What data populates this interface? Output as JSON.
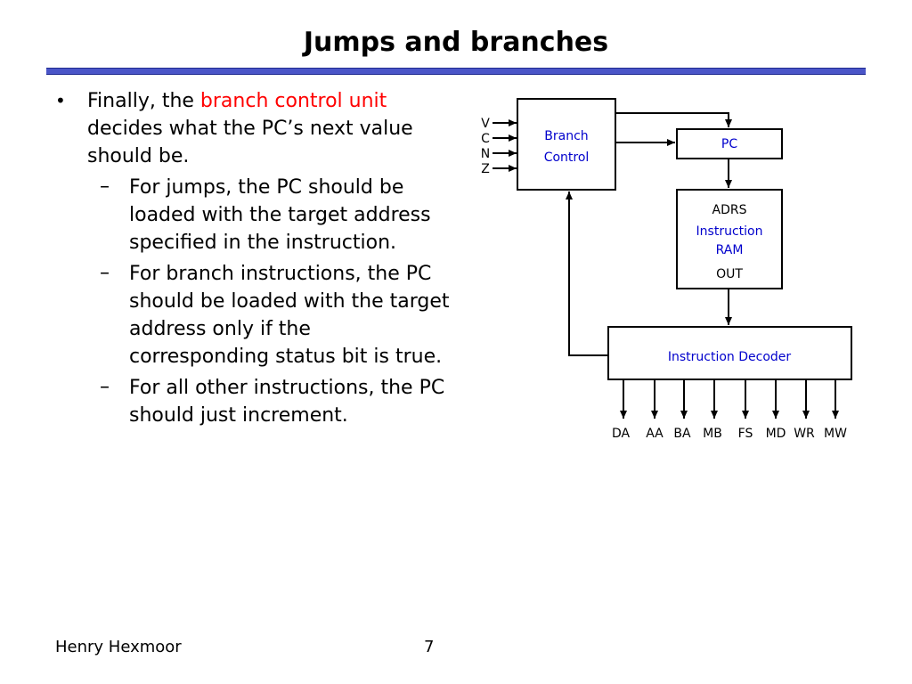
{
  "slide": {
    "title": "Jumps and branches"
  },
  "bullets": {
    "main_prefix": "Finally, the ",
    "main_highlight": "branch control unit",
    "main_suffix": " decides what the PC’s next value should be.",
    "subs": [
      "For jumps, the PC should be loaded with the target address specified in the instruction.",
      "For branch instructions, the PC should be loaded with the target address only if the corresponding status bit is true.",
      "For all other instructions, the PC should just increment."
    ]
  },
  "diagram": {
    "status_inputs": [
      "V",
      "C",
      "N",
      "Z"
    ],
    "branch_control": {
      "line1": "Branch",
      "line2": "Control"
    },
    "pc": {
      "label": "PC"
    },
    "ram": {
      "adrs": "ADRS",
      "name1": "Instruction",
      "name2": "RAM",
      "out": "OUT"
    },
    "decoder": {
      "label": "Instruction Decoder"
    },
    "outputs": [
      "DA",
      "AA",
      "BA",
      "MB",
      "FS",
      "MD",
      "WR",
      "MW"
    ],
    "colors": {
      "label_blue": "#0000cc",
      "highlight": "#ff0000",
      "rule": "#4a55c8"
    }
  },
  "footer": {
    "author": "Henry Hexmoor",
    "page": "7"
  }
}
